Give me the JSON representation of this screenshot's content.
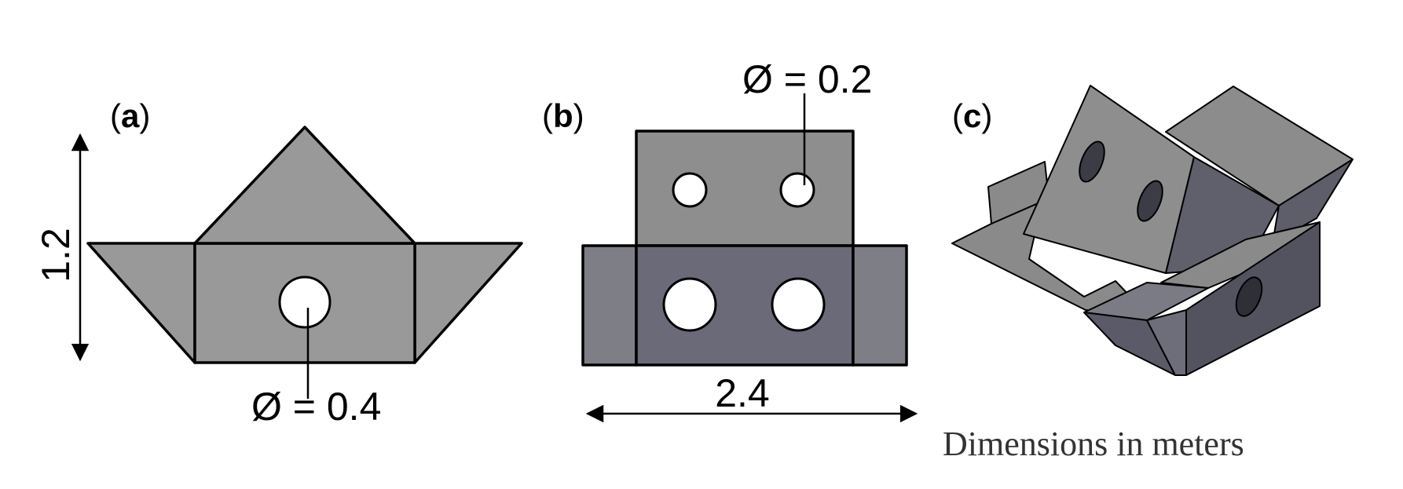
{
  "panels": {
    "a": {
      "label": "a",
      "height_dim": "1.2",
      "hole_dim": "Ø = 0.4"
    },
    "b": {
      "label": "b",
      "width_dim": "2.4",
      "hole_dim": "Ø = 0.2"
    },
    "c": {
      "label": "c"
    }
  },
  "note": "Dimensions in meters",
  "colors": {
    "face_light": "#999999",
    "face_mid": "#8a8a8a",
    "face_dark": "#6d6d78",
    "face_darker": "#575764",
    "outline": "#000000"
  }
}
